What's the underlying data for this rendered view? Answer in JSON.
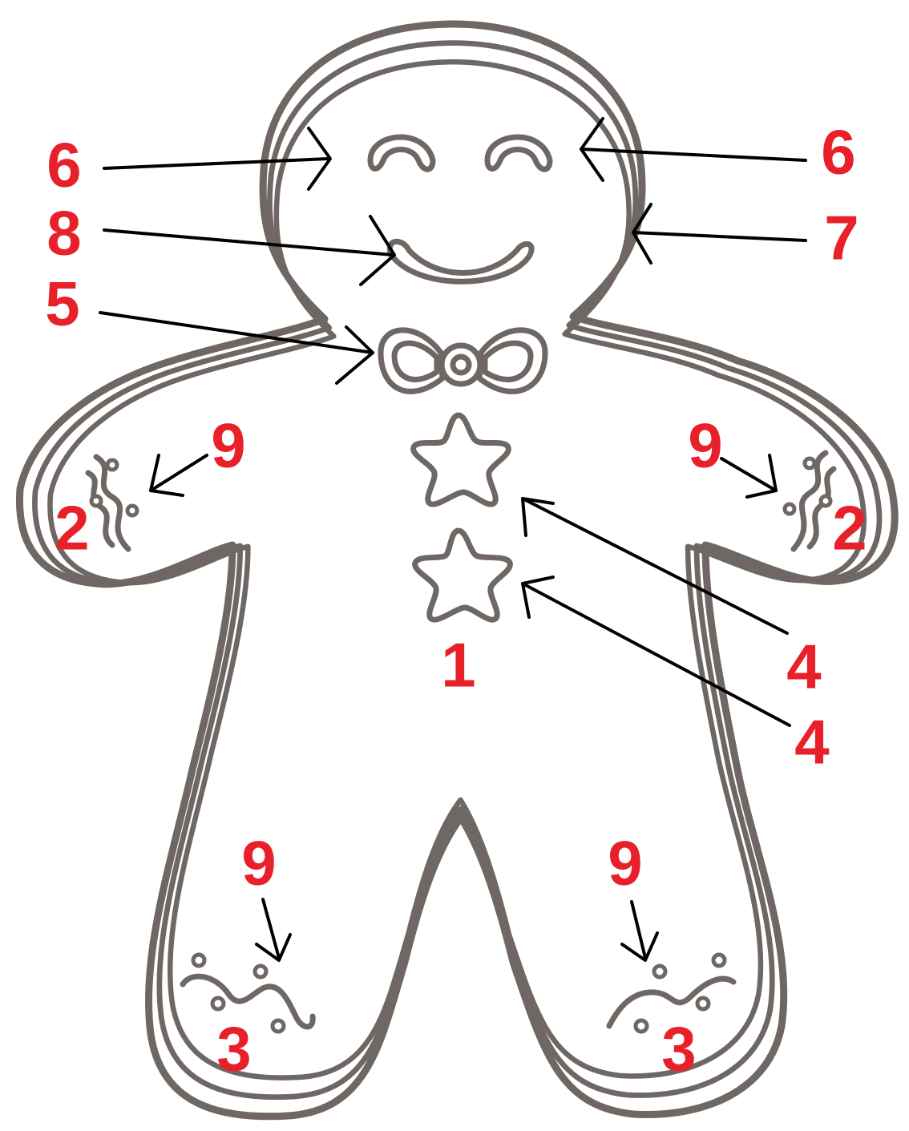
{
  "diagram": {
    "subject": "gingerbread-man",
    "colors": {
      "outline": "#6e6763",
      "leader": "#000000",
      "callout_text": "#e8202a",
      "background": "#ffffff"
    },
    "callouts": [
      {
        "id": "body",
        "label": "1"
      },
      {
        "id": "left-hand",
        "label": "2"
      },
      {
        "id": "right-hand",
        "label": "2"
      },
      {
        "id": "left-foot",
        "label": "3"
      },
      {
        "id": "right-foot",
        "label": "3"
      },
      {
        "id": "upper-star-button",
        "label": "4"
      },
      {
        "id": "lower-star-button",
        "label": "4"
      },
      {
        "id": "bow-tie",
        "label": "5"
      },
      {
        "id": "left-eye",
        "label": "6"
      },
      {
        "id": "right-eye",
        "label": "6"
      },
      {
        "id": "icing-border",
        "label": "7"
      },
      {
        "id": "smile",
        "label": "8"
      },
      {
        "id": "left-arm-icing",
        "label": "9"
      },
      {
        "id": "right-arm-icing",
        "label": "9"
      },
      {
        "id": "left-leg-icing",
        "label": "9"
      },
      {
        "id": "right-leg-icing",
        "label": "9"
      }
    ]
  }
}
